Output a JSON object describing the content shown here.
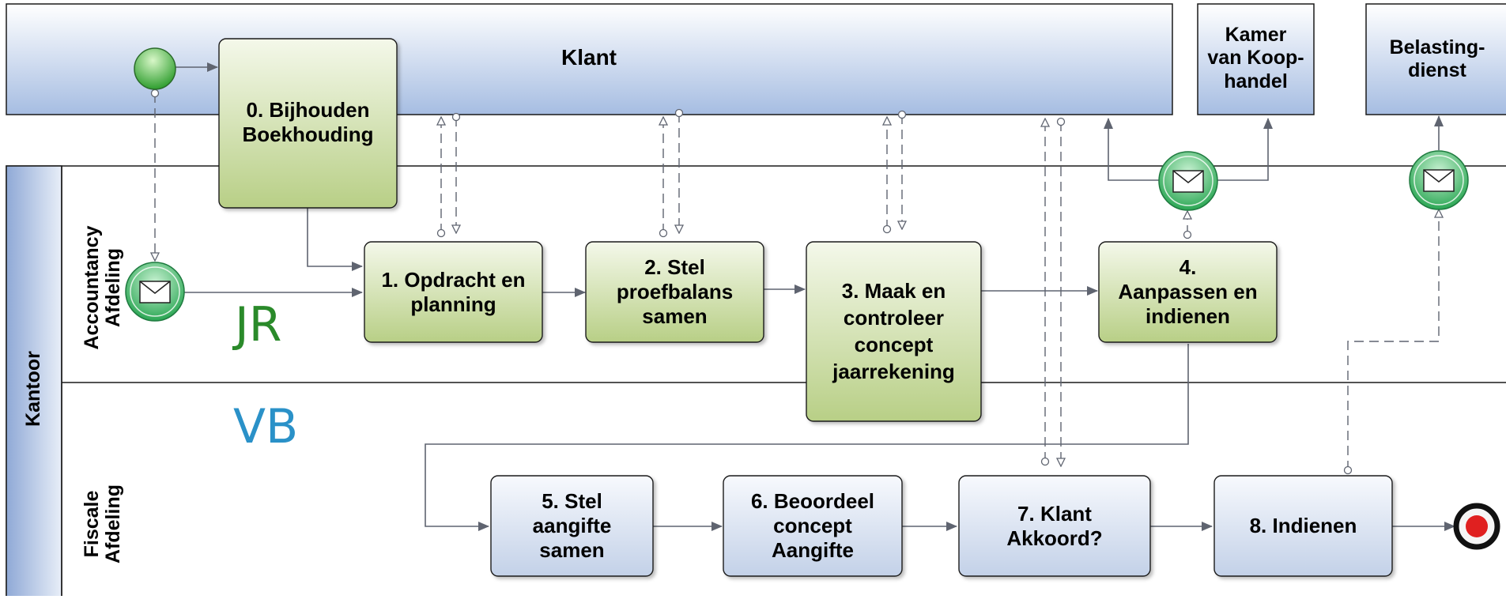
{
  "colors": {
    "task_green": "#c8d9a0",
    "task_blue": "#dbe4f1",
    "pool_blue": "#a9bfe3",
    "event_green": "#36b45c",
    "flow_gray": "#5f6470",
    "jr_green": "#2a8a2a",
    "vb_blue": "#2a91c8",
    "end_red": "#e02020"
  },
  "pools": {
    "klant": "Klant",
    "kamer": "Kamer\nvan Koop-\nhandel",
    "belasting": "Belasting-\ndienst",
    "kantoor": "Kantoor"
  },
  "lanes": {
    "accountancy": "Accountancy\nAfdeling",
    "fiscale": "Fiscale\nAfdeling"
  },
  "tasks": {
    "t0": "0. Bijhouden\nBoekhouding",
    "t1": "1. Opdracht en\nplanning",
    "t2": "2. Stel\nproefbalans\nsamen",
    "t3": "3. Maak en\ncontroleer\nconcept\njaarrekening",
    "t4": "4.\nAanpassen en\nindienen",
    "t5": "5. Stel\naangifte\nsamen",
    "t6": "6. Beoordeel\nconcept\nAangifte",
    "t7": "7. Klant\nAkkoord?",
    "t8": "8. Indienen"
  },
  "annotations": {
    "jr": "JR",
    "vb": "VB"
  },
  "icons": {
    "start": "start-event-icon",
    "message": "envelope-icon",
    "end": "end-event-icon"
  }
}
